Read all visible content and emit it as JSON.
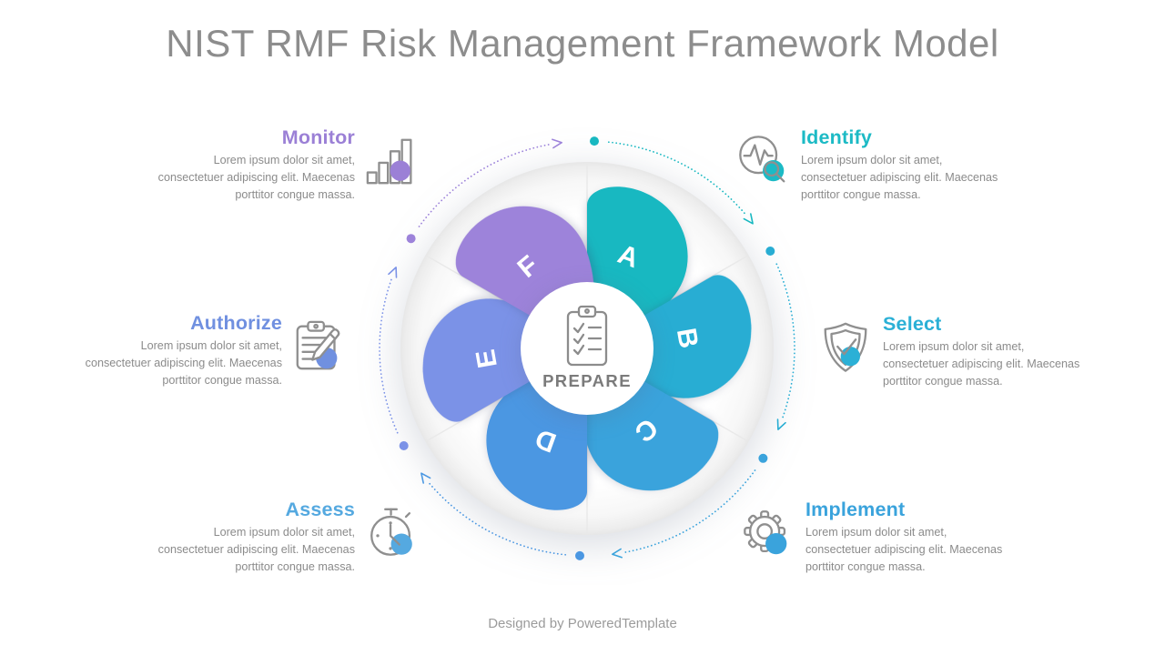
{
  "title": "NIST RMF Risk Management Framework Model",
  "footer": {
    "credit": "Designed by PoweredTemplate"
  },
  "center": {
    "label": "PREPARE",
    "icon": "clipboard-checklist-icon",
    "text_color": "#7b7b7b"
  },
  "petals": [
    {
      "letter": "A",
      "color": "#18b8c1"
    },
    {
      "letter": "B",
      "color": "#28add3"
    },
    {
      "letter": "C",
      "color": "#3aa3dc"
    },
    {
      "letter": "D",
      "color": "#4b97e2"
    },
    {
      "letter": "E",
      "color": "#7b92e7"
    },
    {
      "letter": "F",
      "color": "#9d83da"
    }
  ],
  "sections": [
    {
      "id": "monitor",
      "name": "Monitor",
      "color": "#9b80d6",
      "icon": "bar-chart-icon",
      "description_lines": [
        "Lorem ipsum dolor sit amet,",
        "consectetuer adipiscing elit. Maecenas",
        "porttitor congue massa."
      ]
    },
    {
      "id": "identify",
      "name": "Identify",
      "color": "#1cbac5",
      "icon": "pulse-magnifier-icon",
      "description_lines": [
        "Lorem ipsum dolor sit amet,",
        "consectetuer adipiscing elit. Maecenas",
        "porttitor congue massa."
      ]
    },
    {
      "id": "authorize",
      "name": "Authorize",
      "color": "#7090e0",
      "icon": "clipboard-pencil-icon",
      "description_lines": [
        "Lorem ipsum dolor sit amet,",
        "consectetuer adipiscing elit. Maecenas",
        "porttitor congue massa."
      ]
    },
    {
      "id": "select",
      "name": "Select",
      "color": "#2bb0d6",
      "icon": "shield-check-icon",
      "description_lines": [
        "Lorem ipsum dolor sit amet,",
        "consectetuer adipiscing elit. Maecenas",
        "porttitor congue massa."
      ]
    },
    {
      "id": "assess",
      "name": "Assess",
      "color": "#55a9e0",
      "icon": "stopwatch-icon",
      "description_lines": [
        "Lorem ipsum dolor sit amet,",
        "consectetuer adipiscing elit. Maecenas",
        "porttitor congue massa."
      ]
    },
    {
      "id": "implement",
      "name": "Implement",
      "color": "#3aa3dc",
      "icon": "gear-icon",
      "description_lines": [
        "Lorem ipsum dolor sit amet,",
        "consectetuer adipiscing elit. Maecenas",
        "porttitor congue massa."
      ]
    }
  ]
}
